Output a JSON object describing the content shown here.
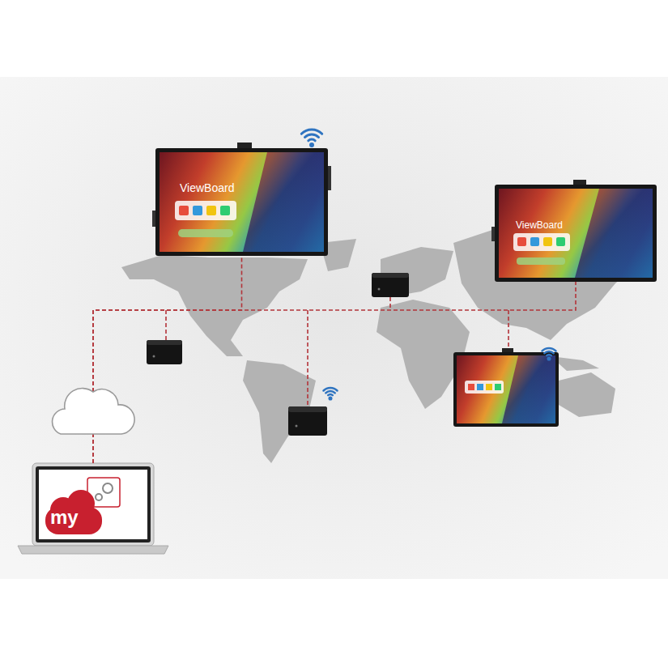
{
  "diagram": {
    "nodes": [
      {
        "text": [
          "ViewBoard"
        ]
      },
      {
        "text": [
          "ViewBoard"
        ]
      },
      {
        "text": [
          "my"
        ]
      }
    ],
    "edges": [
      {
        "from": 2,
        "to": 0,
        "arrow": "none"
      },
      {
        "from": 2,
        "to": 1,
        "arrow": "none"
      }
    ]
  }
}
